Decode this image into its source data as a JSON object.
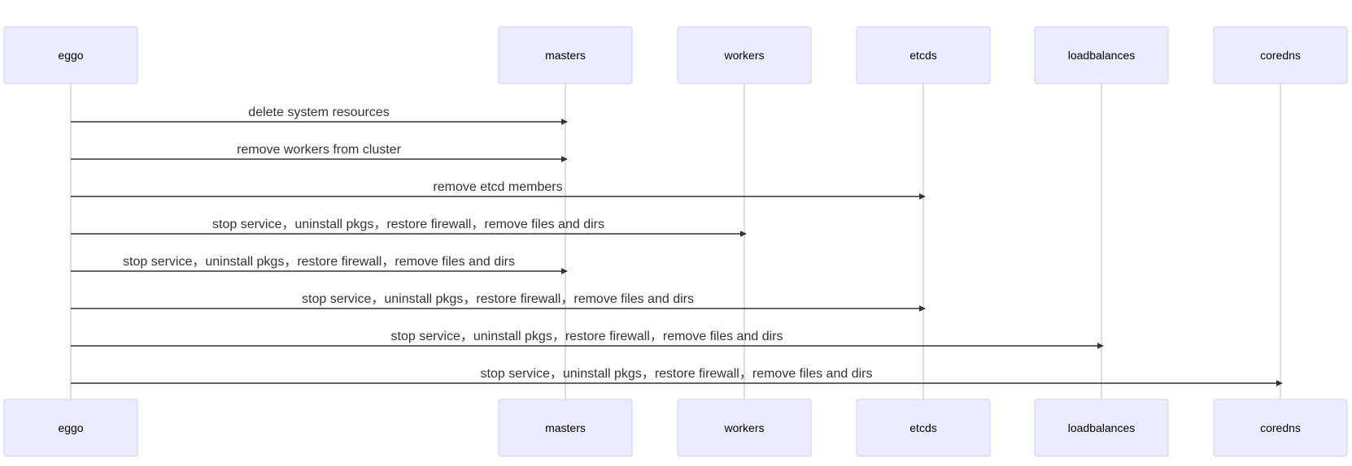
{
  "diagram": {
    "type": "sequence",
    "colors": {
      "actor_fill": "#ECECFF",
      "actor_border": "#CCCCFF",
      "lifeline": "#BBBBBB",
      "message": "#333333"
    },
    "participants": [
      {
        "id": "eggo",
        "label": "eggo"
      },
      {
        "id": "masters",
        "label": "masters"
      },
      {
        "id": "workers",
        "label": "workers"
      },
      {
        "id": "etcds",
        "label": "etcds"
      },
      {
        "id": "loadbalances",
        "label": "loadbalances"
      },
      {
        "id": "coredns",
        "label": "coredns"
      }
    ],
    "messages": [
      {
        "from": "eggo",
        "to": "masters",
        "label": "delete system resources"
      },
      {
        "from": "eggo",
        "to": "masters",
        "label": "remove workers from cluster"
      },
      {
        "from": "eggo",
        "to": "etcds",
        "label": "remove etcd members"
      },
      {
        "from": "eggo",
        "to": "workers",
        "label": "stop service，uninstall pkgs，restore firewall，remove files and dirs"
      },
      {
        "from": "eggo",
        "to": "masters",
        "label": "stop service，uninstall pkgs，restore firewall，remove files and dirs"
      },
      {
        "from": "eggo",
        "to": "etcds",
        "label": "stop service，uninstall pkgs，restore firewall，remove files and dirs"
      },
      {
        "from": "eggo",
        "to": "loadbalances",
        "label": "stop service，uninstall pkgs，restore firewall，remove files and dirs"
      },
      {
        "from": "eggo",
        "to": "coredns",
        "label": "stop service，uninstall pkgs，restore firewall，remove files and dirs"
      }
    ]
  }
}
